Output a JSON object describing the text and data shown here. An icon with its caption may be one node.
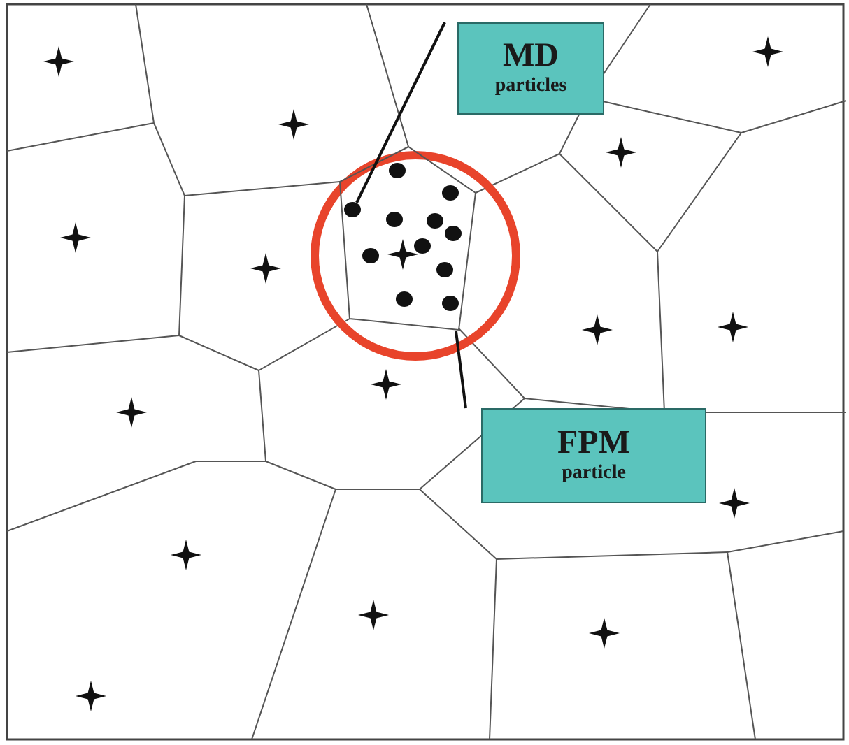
{
  "diagram": {
    "nodes": [
      {
        "text": [
          "MD",
          "particles"
        ]
      },
      {
        "text": [
          "FPM",
          "particle"
        ]
      },
      {
        "text": [],
        "shape": "box"
      },
      {
        "text": [],
        "shape": "circle",
        "in": 2
      },
      {
        "text": [],
        "shape": "circle",
        "in": 2
      },
      {
        "text": [],
        "shape": "circle",
        "in": 2
      },
      {
        "text": [],
        "shape": "circle",
        "in": 2
      },
      {
        "text": [],
        "shape": "circle",
        "in": 2
      },
      {
        "text": [],
        "shape": "circle",
        "in": 2
      },
      {
        "text": [],
        "shape": "circle",
        "in": 2
      },
      {
        "text": [],
        "shape": "circle",
        "in": 2
      },
      {
        "text": [],
        "shape": "circle",
        "in": 2
      },
      {
        "text": [],
        "shape": "circle",
        "in": 2
      },
      {
        "text": [],
        "shape": "circle",
        "in": 2
      }
    ],
    "edges": [
      {
        "from": 0,
        "to": 5,
        "arrow": "none"
      },
      {
        "from": 1,
        "to": 2,
        "arrow": "none"
      }
    ]
  }
}
